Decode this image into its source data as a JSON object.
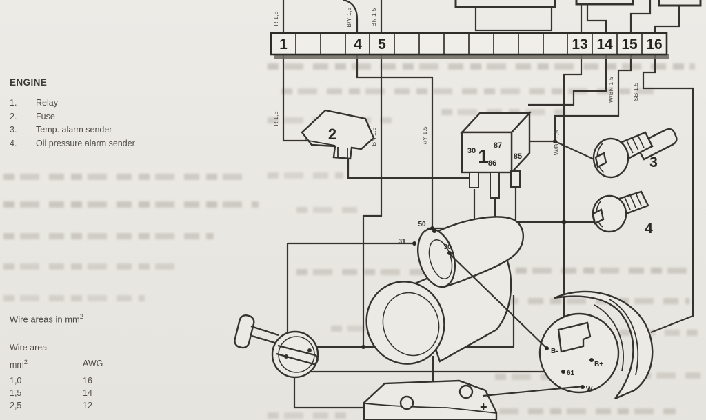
{
  "legend": {
    "title": "ENGINE",
    "items": [
      {
        "num": "1.",
        "label": "Relay"
      },
      {
        "num": "2.",
        "label": "Fuse"
      },
      {
        "num": "3.",
        "label": "Temp. alarm sender"
      },
      {
        "num": "4.",
        "label": "Oil pressure alarm sender"
      }
    ]
  },
  "wire_table": {
    "caption": "Wire areas in mm",
    "caption_sup": "2",
    "subtitle": "Wire area",
    "col_mm": "mm",
    "col_mm_sup": "2",
    "col_awg": "AWG",
    "rows": [
      {
        "mm": "1,0",
        "awg": "16"
      },
      {
        "mm": "1,5",
        "awg": "14"
      },
      {
        "mm": "2,5",
        "awg": "12"
      }
    ]
  },
  "terminals": {
    "t1": "1",
    "t4": "4",
    "t5": "5",
    "t13": "13",
    "t14": "14",
    "t15": "15",
    "t16": "16"
  },
  "wire_labels": {
    "above_t1": "R 1,5",
    "above_t4": "B/Y 1,5",
    "above_t5": "BN 1,5",
    "below_t1": "R 1,5",
    "below_t4": "R/Y 1,5",
    "below_t5": "BN 1,5",
    "below_t13": "W/BL 1,5",
    "below_t15": "W/BN 1,5",
    "below_t16": "SB 1,5"
  },
  "components": {
    "relay": {
      "number": "1",
      "pins": {
        "p30": "30",
        "p87": "87",
        "p86": "86",
        "p85": "85"
      }
    },
    "fuse": {
      "number": "2"
    },
    "temp_sender": {
      "number": "3"
    },
    "oil_sender": {
      "number": "4"
    },
    "starter": {
      "t50": "50",
      "t31": "31",
      "t30": "30"
    },
    "alternator": {
      "b_minus": "B-",
      "b_plus": "B+",
      "t61": "61",
      "w": "W"
    },
    "battery": {
      "plus": "+"
    }
  },
  "colors": {
    "paper": "#eceae5",
    "ink": "#35332f"
  }
}
